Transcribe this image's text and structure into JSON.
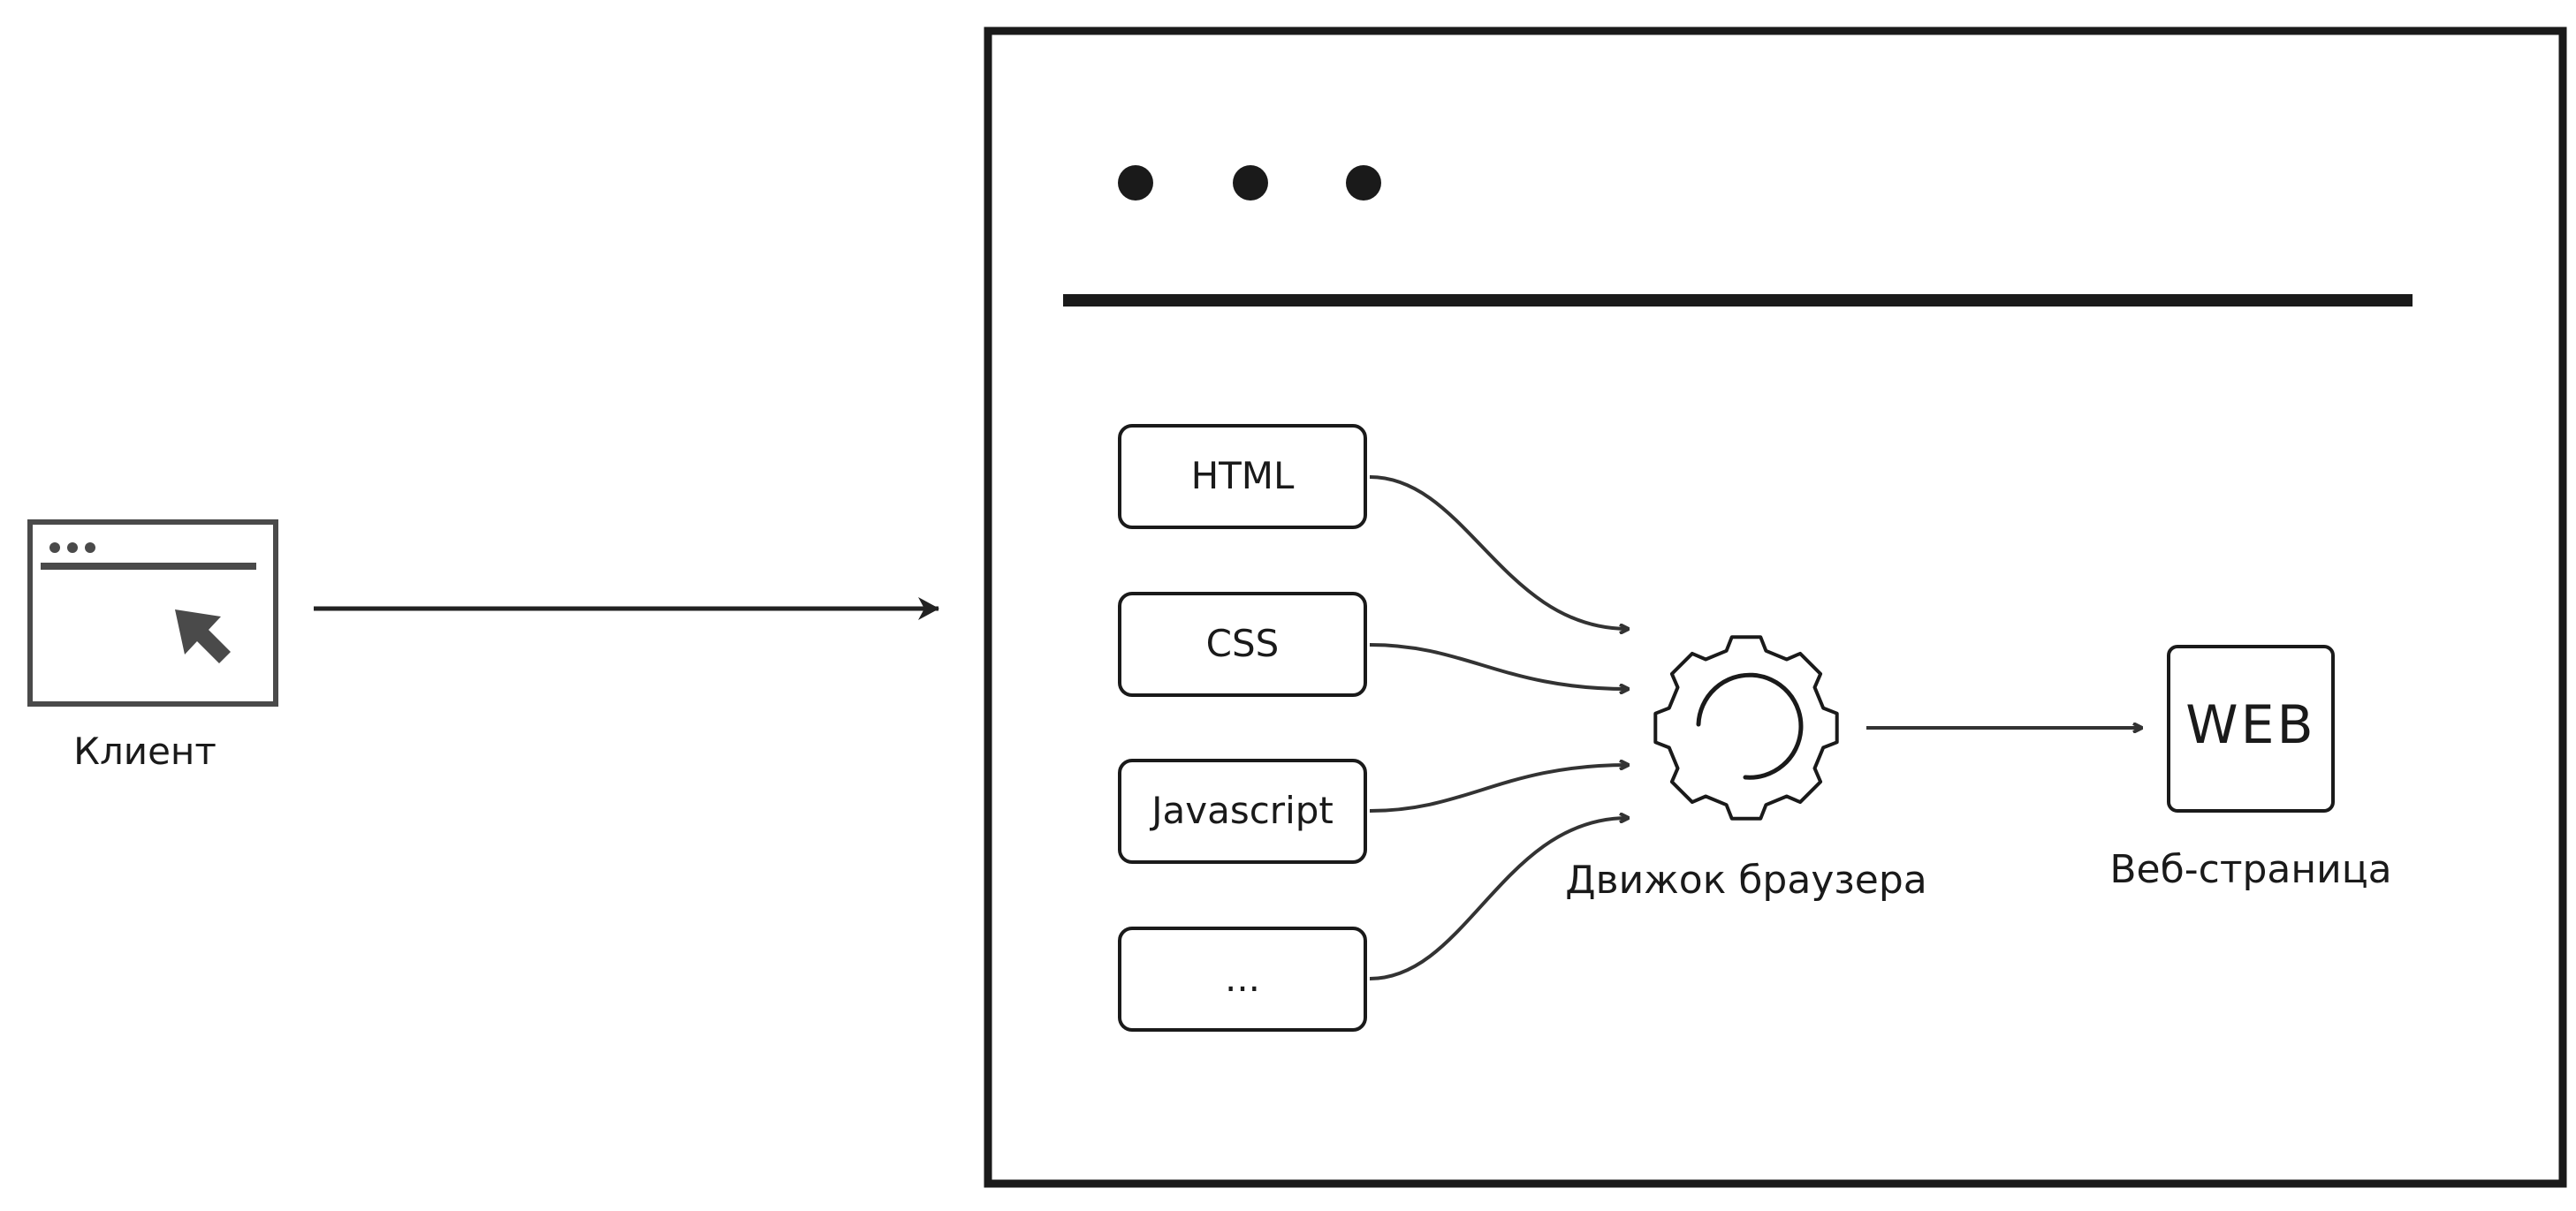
{
  "client": {
    "label": "Клиент"
  },
  "inputs": [
    {
      "label": "HTML"
    },
    {
      "label": "CSS"
    },
    {
      "label": "Javascript"
    },
    {
      "label": "..."
    }
  ],
  "engine": {
    "label": "Движок браузера",
    "icon": "gear-icon"
  },
  "output": {
    "badge": "WEB",
    "label": "Веб-страница"
  },
  "colors": {
    "stroke": "#1a1a1a",
    "client_icon": "#4a4a4a",
    "background": "#ffffff"
  }
}
